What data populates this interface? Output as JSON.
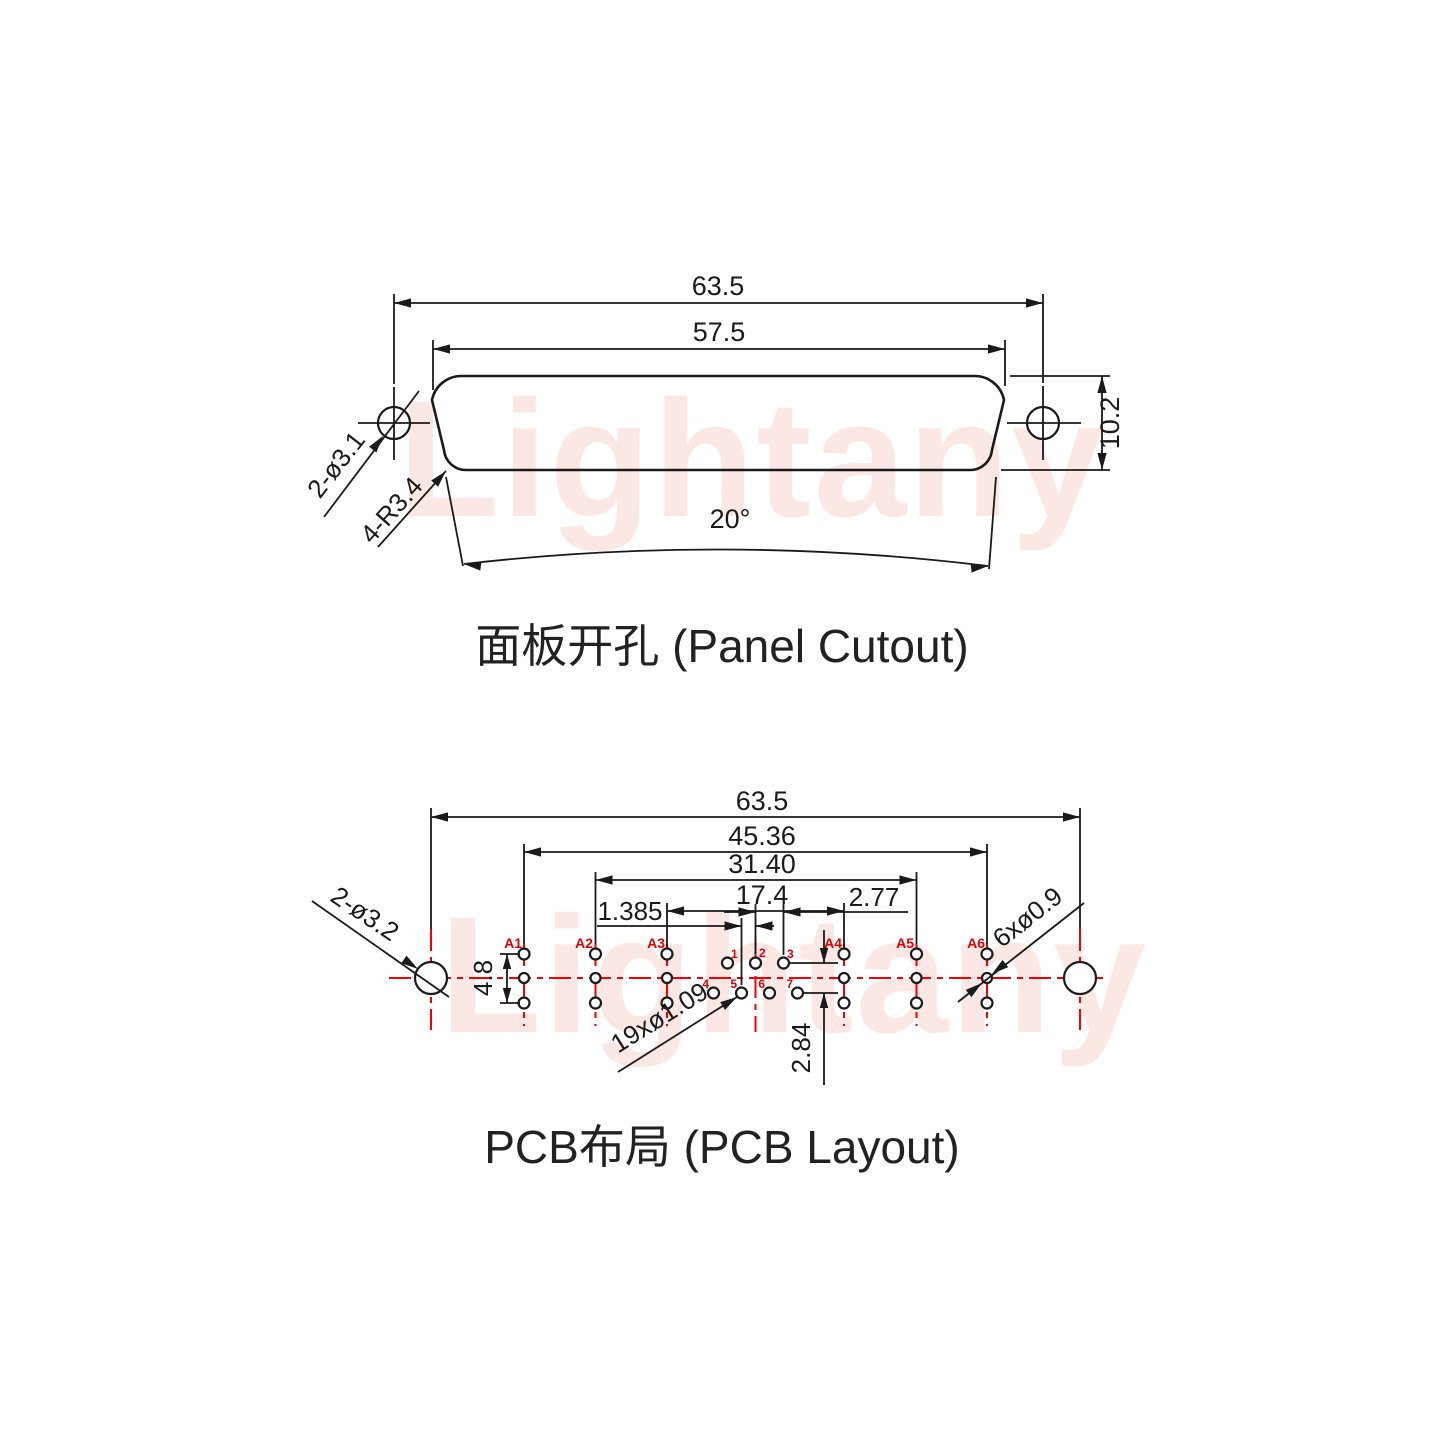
{
  "watermark": "Lightany",
  "panel": {
    "title": "面板开孔 (Panel Cutout)",
    "dim_outer_width": "63.5",
    "dim_cutout_width": "57.5",
    "dim_height": "10.2",
    "angle": "20°",
    "mount_holes": "2-ø3.1",
    "corner_radius": "4-R3.4"
  },
  "pcb": {
    "title": "PCB布局 (PCB Layout)",
    "dim_overall": "63.5",
    "dim_a1_a6": "45.36",
    "dim_a2_a5": "31.40",
    "dim_a3_a4": "17.4",
    "dim_pin_offset": "1.385",
    "dim_pin_pitch": "2.77",
    "dim_coax_height": "4.8",
    "dim_row_gap": "2.84",
    "mount_holes": "2-ø3.2",
    "signal_holes": "19xø1.09",
    "coax_center_holes": "6xø0.9",
    "coax_labels": [
      "A1",
      "A2",
      "A3",
      "A4",
      "A5",
      "A6"
    ],
    "pin_labels": [
      "1",
      "2",
      "3",
      "4",
      "5",
      "6",
      "7"
    ]
  }
}
